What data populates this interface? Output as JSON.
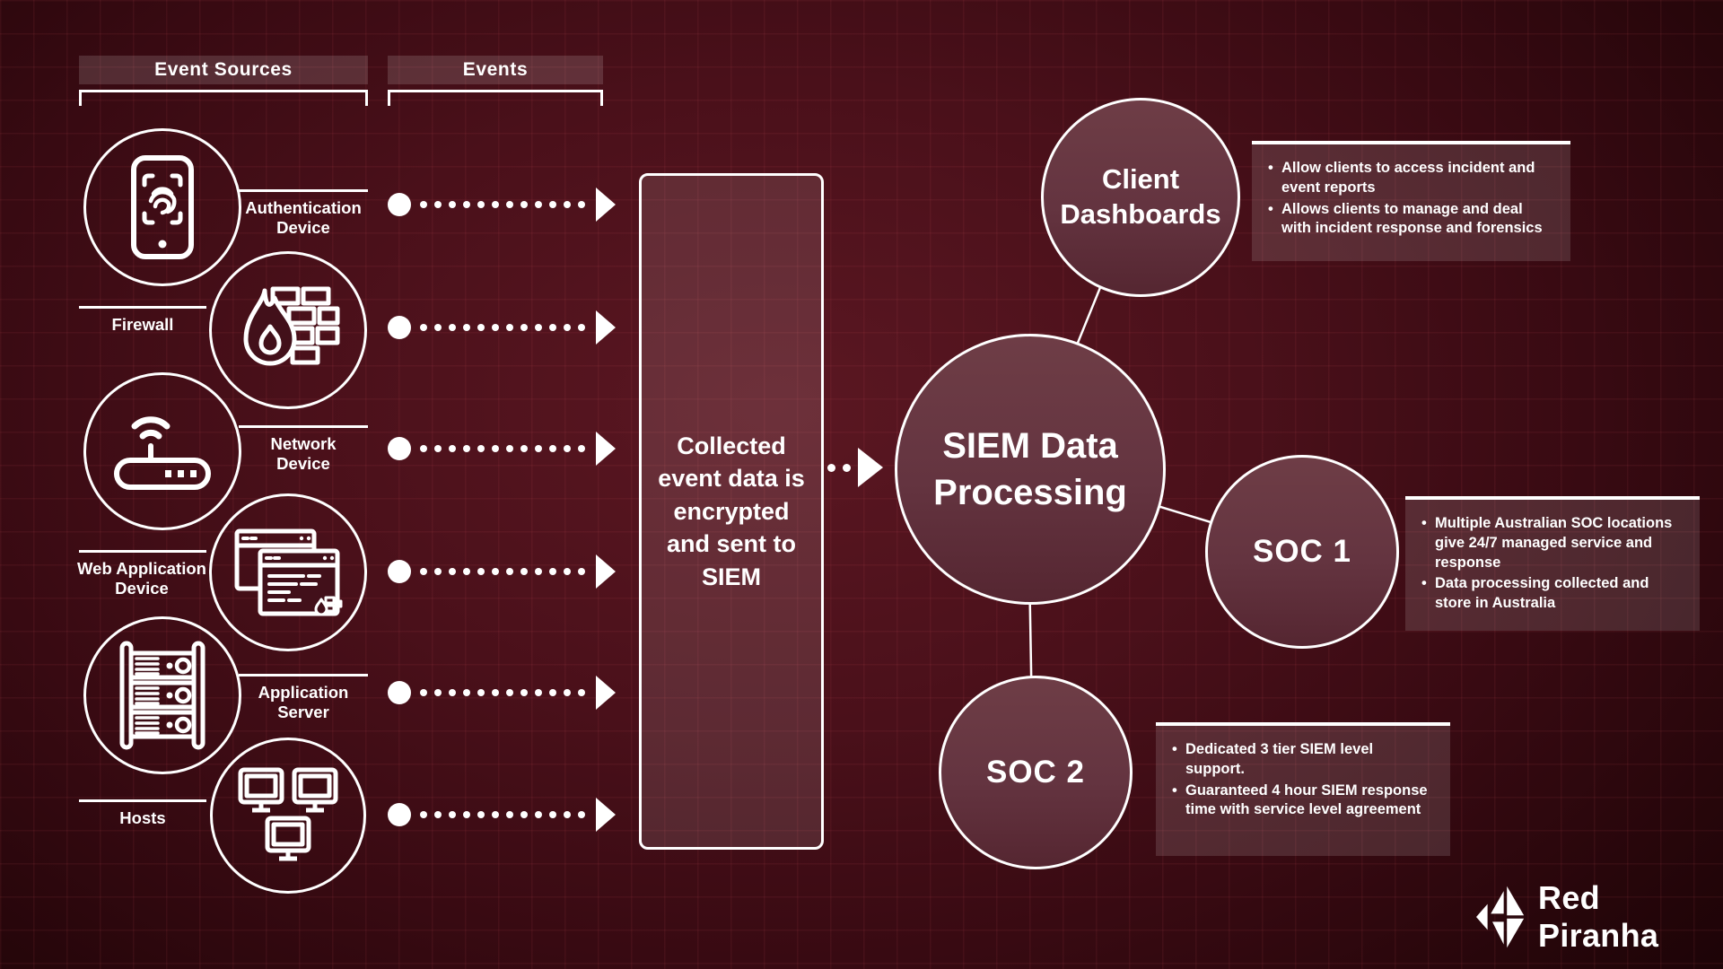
{
  "headers": {
    "event_sources": "Event Sources",
    "events": "Events"
  },
  "event_sources": [
    {
      "label": "Authentication Device",
      "icon": "fingerprint-phone-icon"
    },
    {
      "label": "Firewall",
      "icon": "firewall-flame-icon"
    },
    {
      "label": "Network Device",
      "icon": "router-icon"
    },
    {
      "label": "Web Application Device",
      "icon": "browser-windows-icon"
    },
    {
      "label": "Application Server",
      "icon": "server-rack-icon"
    },
    {
      "label": "Hosts",
      "icon": "networked-monitors-icon"
    }
  ],
  "pipeline": {
    "collector_text": "Collected event data is encrypted and sent to SIEM",
    "siem_label": "SIEM Data Processing"
  },
  "nodes": {
    "client_dashboards": {
      "label": "Client Dashboards",
      "bullets": [
        "Allow clients to access  incident and event reports",
        "Allows clients to manage and deal with incident response and forensics"
      ]
    },
    "soc1": {
      "label": "SOC 1",
      "bullets": [
        "Multiple Australian SOC locations give 24/7 managed service and response",
        "Data processing collected and store in Australia"
      ]
    },
    "soc2": {
      "label": "SOC 2",
      "bullets": [
        "Dedicated 3 tier SIEM level support.",
        "Guaranteed 4 hour SIEM response time with service level agreement"
      ]
    }
  },
  "branding": {
    "logo_text": "Red Piranha"
  },
  "colors": {
    "background_dark": "#380a12",
    "background_light": "#5b1722",
    "node_fill": "#643440",
    "accent_white": "#ffffff"
  }
}
